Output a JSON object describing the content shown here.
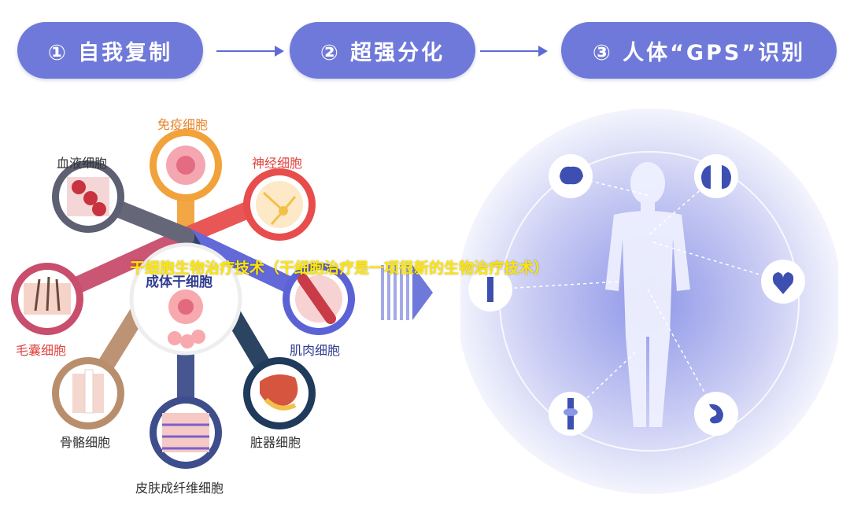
{
  "steps": [
    {
      "label": "① 自我复制"
    },
    {
      "label": "② 超强分化"
    },
    {
      "label": "③ 人体“GPS”识别"
    }
  ],
  "center": {
    "label": "成体干细胞"
  },
  "cells": [
    {
      "label": "免疫细胞",
      "color": "#f2a23a"
    },
    {
      "label": "神经细胞",
      "color": "#e84d4d"
    },
    {
      "label": "肌肉细胞",
      "color": "#5b62d6"
    },
    {
      "label": "脏器细胞",
      "color": "#1f3a5a"
    },
    {
      "label": "皮肤成纤维细胞",
      "color": "#3e4d8c"
    },
    {
      "label": "骨骼细胞",
      "color": "#b98e6d"
    },
    {
      "label": "毛囊细胞",
      "color": "#c94d6d"
    },
    {
      "label": "血液细胞",
      "color": "#5d5f72"
    }
  ],
  "organs": [
    {
      "icon": "brain-icon"
    },
    {
      "icon": "lungs-icon"
    },
    {
      "icon": "heart-icon"
    },
    {
      "icon": "stomach-icon"
    },
    {
      "icon": "joint-icon"
    },
    {
      "icon": "bone-icon"
    }
  ],
  "overlay_caption": "干细胞生物治疗技术（干细胞治疗是一项很新的生物治疗技术）"
}
